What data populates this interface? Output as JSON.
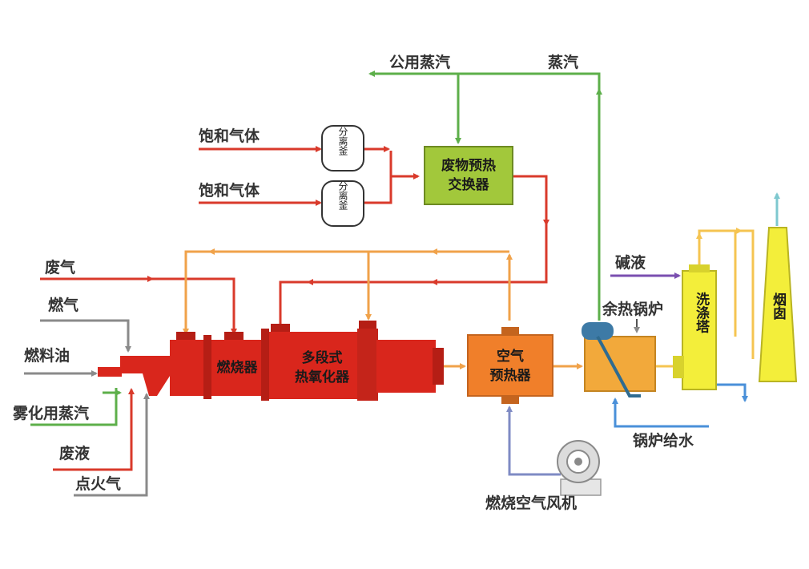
{
  "labels": {
    "public_steam": "公用蒸汽",
    "steam": "蒸汽",
    "saturated_gas_1": "饱和气体",
    "saturated_gas_2": "饱和气体",
    "waste_gas": "废气",
    "fuel_gas": "燃气",
    "fuel_oil": "燃料油",
    "atomizing_steam": "雾化用蒸汽",
    "waste_liquid": "废液",
    "ignition_gas": "点火气",
    "alkali_liquid": "碱液",
    "waste_heat_boiler": "余热锅炉",
    "boiler_feed_water": "锅炉给水",
    "combustion_fan": "燃烧空气风机"
  },
  "units": {
    "separator_1": "分离釜",
    "separator_2": "分离釜",
    "waste_preheat_1": "废物预热",
    "waste_preheat_2": "交换器",
    "burner": "燃烧器",
    "oxidizer_1": "多段式",
    "oxidizer_2": "热氧化器",
    "air_preheater_1": "空气",
    "air_preheater_2": "预热器",
    "scrubber": "洗涤塔",
    "chimney": "烟囱"
  },
  "colors": {
    "red_line": "#d93a2b",
    "orange_line": "#f0a24a",
    "yellow_line": "#f5c451",
    "green_line": "#5daf4a",
    "gray_line": "#8a8a8a",
    "purple_line": "#7a4fb0",
    "blue_line": "#4a90d9",
    "oxidizer": "#d9261c",
    "air_preheater": "#f07f2a",
    "exchanger": "#a2c83b",
    "boiler": "#f2a93b",
    "scrubber": "#f3ee3a",
    "chimney": "#f3ee3a"
  },
  "icons": [
    "centrifugal-fan-icon"
  ]
}
